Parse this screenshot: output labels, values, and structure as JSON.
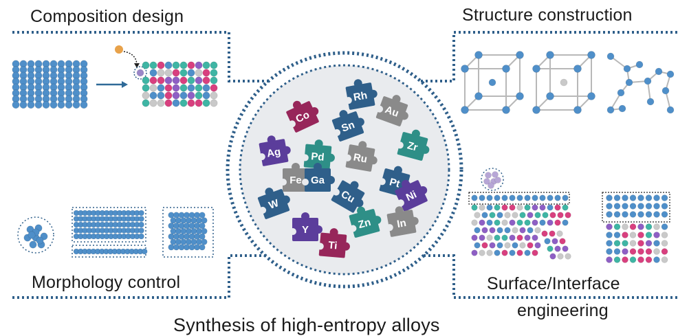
{
  "labels": {
    "top_left": "Composition design",
    "top_right": "Structure  construction",
    "bottom_left": "Morphology control",
    "bottom_right_line1": "Surface/Interface",
    "bottom_right_line2": "engineering",
    "bottom_center": "Synthesis of high-entropy alloys"
  },
  "colors": {
    "blue_atom": "#4f8fc9",
    "teal": "#2e8f87",
    "magenta": "#97265a",
    "purple": "#5b3d9b",
    "gray": "#8a8a8a",
    "navy": "#2f5f8a",
    "frame": "#2f5f8a",
    "circle_fill": "#e9ebee"
  },
  "elements": [
    {
      "symbol": "Rh",
      "color": "navy"
    },
    {
      "symbol": "Co",
      "color": "magenta"
    },
    {
      "symbol": "Sn",
      "color": "navy"
    },
    {
      "symbol": "Au",
      "color": "gray"
    },
    {
      "symbol": "Zr",
      "color": "teal"
    },
    {
      "symbol": "Ag",
      "color": "purple"
    },
    {
      "symbol": "Pd",
      "color": "teal"
    },
    {
      "symbol": "Ru",
      "color": "gray"
    },
    {
      "symbol": "Fe",
      "color": "gray"
    },
    {
      "symbol": "Ga",
      "color": "navy"
    },
    {
      "symbol": "Pt",
      "color": "navy"
    },
    {
      "symbol": "Ni",
      "color": "purple"
    },
    {
      "symbol": "W",
      "color": "navy"
    },
    {
      "symbol": "Cu",
      "color": "navy"
    },
    {
      "symbol": "Y",
      "color": "purple"
    },
    {
      "symbol": "Zn",
      "color": "teal"
    },
    {
      "symbol": "In",
      "color": "gray"
    },
    {
      "symbol": "Ti",
      "color": "magenta"
    }
  ]
}
